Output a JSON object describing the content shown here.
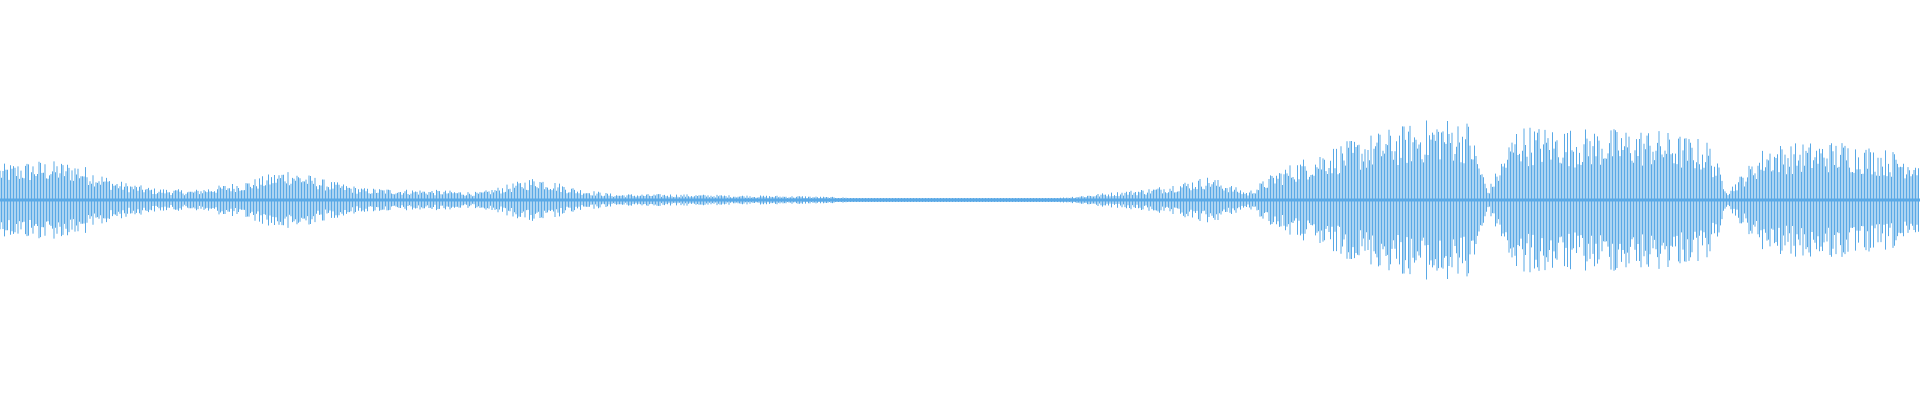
{
  "waveform": {
    "color": "#5aa9e6",
    "duration_label": "",
    "amplitude_envelope": [
      {
        "t": 0.0,
        "amp": 0.18
      },
      {
        "t": 0.02,
        "amp": 0.2
      },
      {
        "t": 0.04,
        "amp": 0.19
      },
      {
        "t": 0.06,
        "amp": 0.1
      },
      {
        "t": 0.08,
        "amp": 0.06
      },
      {
        "t": 0.1,
        "amp": 0.05
      },
      {
        "t": 0.13,
        "amp": 0.1
      },
      {
        "t": 0.15,
        "amp": 0.16
      },
      {
        "t": 0.17,
        "amp": 0.1
      },
      {
        "t": 0.19,
        "amp": 0.06
      },
      {
        "t": 0.23,
        "amp": 0.05
      },
      {
        "t": 0.25,
        "amp": 0.04
      },
      {
        "t": 0.265,
        "amp": 0.08
      },
      {
        "t": 0.28,
        "amp": 0.12
      },
      {
        "t": 0.3,
        "amp": 0.06
      },
      {
        "t": 0.32,
        "amp": 0.03
      },
      {
        "t": 0.35,
        "amp": 0.03
      },
      {
        "t": 0.38,
        "amp": 0.025
      },
      {
        "t": 0.42,
        "amp": 0.02
      },
      {
        "t": 0.45,
        "amp": 0.01
      },
      {
        "t": 0.5,
        "amp": 0.008
      },
      {
        "t": 0.55,
        "amp": 0.01
      },
      {
        "t": 0.57,
        "amp": 0.03
      },
      {
        "t": 0.6,
        "amp": 0.06
      },
      {
        "t": 0.63,
        "amp": 0.12
      },
      {
        "t": 0.65,
        "amp": 0.04
      },
      {
        "t": 0.665,
        "amp": 0.15
      },
      {
        "t": 0.69,
        "amp": 0.26
      },
      {
        "t": 0.72,
        "amp": 0.35
      },
      {
        "t": 0.75,
        "amp": 0.42
      },
      {
        "t": 0.765,
        "amp": 0.4
      },
      {
        "t": 0.775,
        "amp": 0.05
      },
      {
        "t": 0.79,
        "amp": 0.38
      },
      {
        "t": 0.82,
        "amp": 0.36
      },
      {
        "t": 0.86,
        "amp": 0.36
      },
      {
        "t": 0.89,
        "amp": 0.3
      },
      {
        "t": 0.9,
        "amp": 0.05
      },
      {
        "t": 0.92,
        "amp": 0.28
      },
      {
        "t": 0.96,
        "amp": 0.3
      },
      {
        "t": 1.0,
        "amp": 0.22
      }
    ]
  }
}
